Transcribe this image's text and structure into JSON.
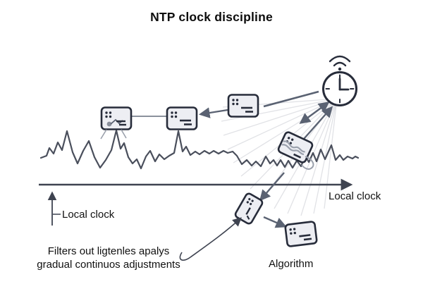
{
  "title": "NTP clock discipline",
  "labels": {
    "axis_horizontal": "Local clock",
    "axis_vertical": "Local clock",
    "annotation_line1": "Filters out ligtenles apalys",
    "annotation_line2": "gradual continuos adjustments",
    "algorithm_label": "Algorithm"
  },
  "icons": {
    "clock": "ntp-server-clock-icon",
    "wifi": "wifi-signal-icon",
    "packets": [
      "packet-icon-1",
      "packet-icon-2",
      "packet-icon-3",
      "packet-icon-4",
      "packet-icon-5",
      "packet-icon-6"
    ]
  },
  "colors": {
    "background": "#ffffff",
    "icon_stroke": "#272c3a",
    "icon_fill": "#edeef3",
    "arrow": "#5a6272",
    "signal": "#4a4f5c",
    "axis": "#3e4350",
    "rays": "#e1e2e6",
    "scribble": "#9aa0ac",
    "text": "#111111"
  }
}
